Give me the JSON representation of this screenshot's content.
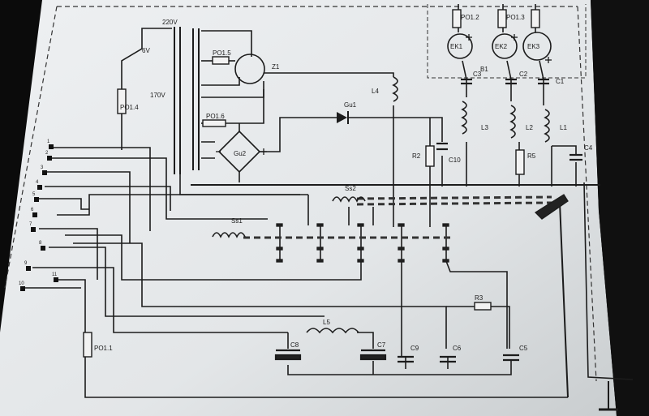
{
  "schematic": {
    "voltages": {
      "v220": "220V",
      "v170": "170V",
      "v6": "6V"
    },
    "fuses": {
      "po1": "PO1.1",
      "po4": "PO1.4",
      "po5": "PO1.5",
      "po6": "PO1.6"
    },
    "components": {
      "ek1": "EK1",
      "ek2": "EK2",
      "ek3": "EK3",
      "l1": "L1",
      "l2": "L2",
      "l3": "L3",
      "l4": "L4",
      "l5": "L5",
      "gu1": "Gu1",
      "gu2": "Gu2",
      "ss1": "Ss1",
      "ss2": "Ss2",
      "r2": "R2",
      "r3": "R3",
      "r5": "R5",
      "c1": "C1",
      "c2": "C2",
      "c3": "C3",
      "c4": "C4",
      "c5": "C5",
      "c6": "C6",
      "c7": "C7",
      "c8": "C8",
      "c9": "C9",
      "c10": "C10",
      "po2": "PO1.2",
      "po3": "PO1.3",
      "b1": "B1",
      "z1": "Z1"
    },
    "terminals": [
      "1",
      "2",
      "3",
      "4",
      "5",
      "6",
      "7",
      "8",
      "9",
      "10",
      "11"
    ]
  }
}
